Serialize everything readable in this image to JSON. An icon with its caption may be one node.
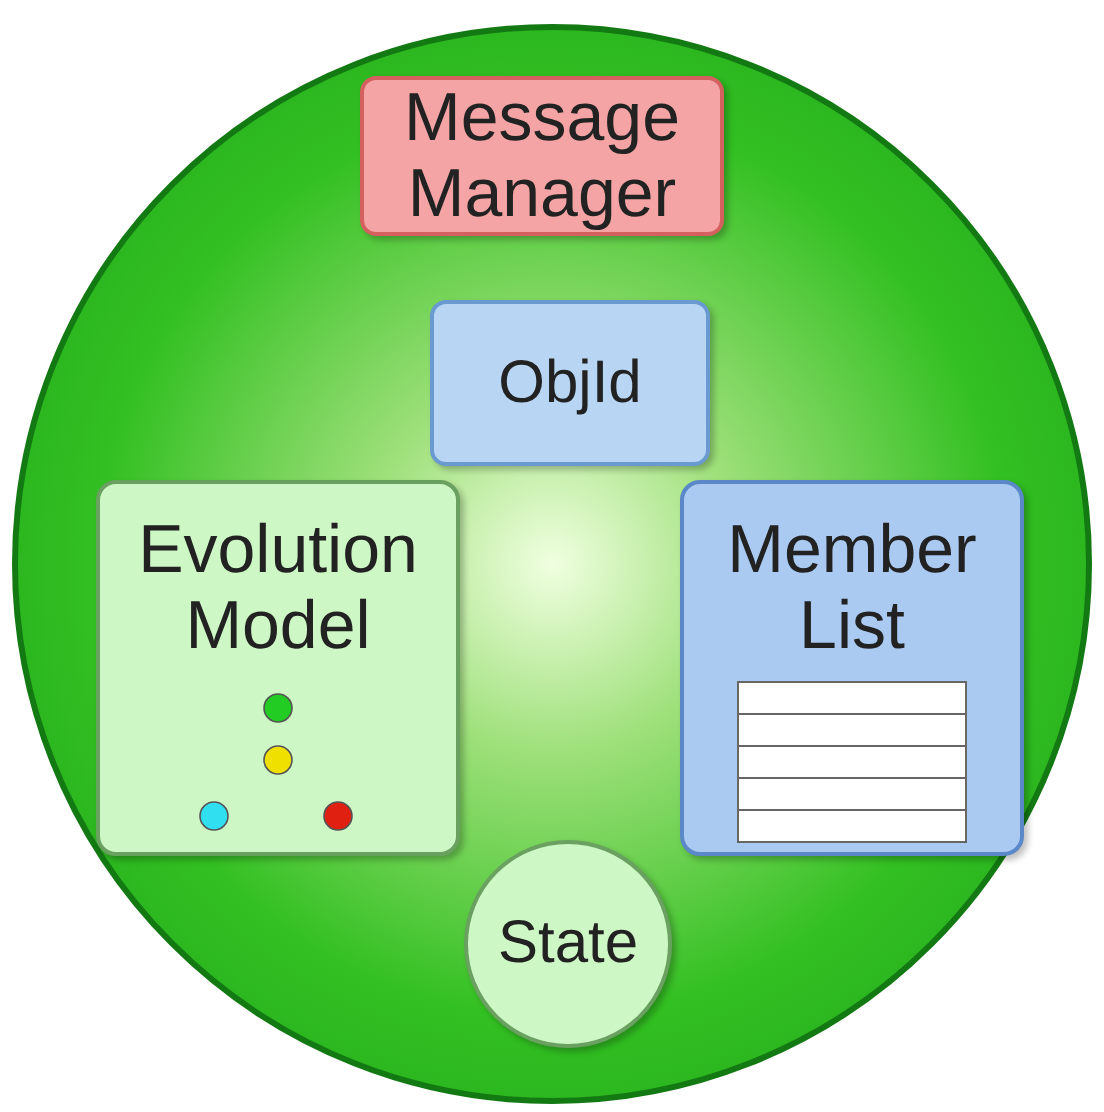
{
  "diagram": {
    "nodes": [
      {
        "text": [],
        "shape": "circle"
      },
      {
        "text": [
          "Message Manager"
        ],
        "in": 0
      },
      {
        "text": [
          "ObjId"
        ],
        "in": 0
      },
      {
        "text": [
          "Evolution Model"
        ],
        "in": 0
      },
      {
        "text": [
          "Member List"
        ],
        "in": 0
      },
      {
        "text": [
          "State"
        ],
        "in": 0
      }
    ]
  }
}
